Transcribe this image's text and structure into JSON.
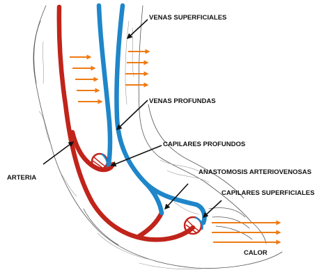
{
  "labels": {
    "venas_superficiales": "VENAS SUPERFICIALES",
    "venas_profundas": "VENAS PROFUNDAS",
    "capilares_profundos": "CAPILARES PROFUNDOS",
    "arteria": "ARTERIA",
    "anastomosis": "ANASTOMOSIS ARTERIOVENOSAS",
    "capilares_superficiales": "CAPILARES SUPERFICIALES",
    "calor": "CALOR"
  },
  "colors": {
    "artery": "#c0241a",
    "vein": "#1f86c9",
    "heat_arrow": "#ef7a12",
    "pointer": "#111111",
    "sketch": "#555555"
  }
}
